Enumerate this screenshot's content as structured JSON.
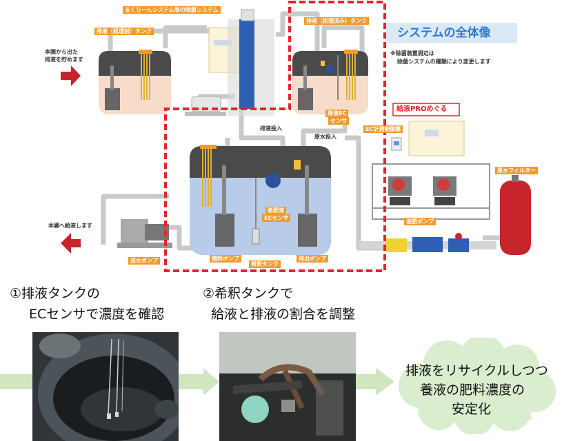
{
  "diagram": {
    "labels": {
      "sterilize_system": "まくりーんシステム等の除菌システム",
      "raw_tank": "排液（処理前）タンク",
      "treated_tank": "排液（処理済み）タンク",
      "from_field_line1": "本圃から出た",
      "from_field_line2": "排液を貯めます",
      "to_field": "本圃へ給液します",
      "drain_ec_line1": "排液EC",
      "drain_ec_line2": "センサ",
      "drain_input": "排液投入",
      "raw_input": "原水投入",
      "ec_controller": "EC計測制御盤",
      "dilute_ec_line1": "希釈液",
      "dilute_ec_line2": "ECセンサ",
      "stir_pump": "撹拌ポンプ",
      "dilute_tank": "希釈タンク",
      "discharge_pump": "排出ポンプ",
      "send_pump": "送水ポンプ",
      "fert_pump": "液肥ポンプ",
      "raw_filter": "原水フィルター",
      "system_overview": "システムの全体像",
      "note_line1": "※除菌装置周辺は",
      "note_line2": "除菌システムの種類により変更します",
      "product": "給液PROめぐる"
    },
    "colors": {
      "orange": "#f39a2b",
      "red_dash": "#e8232a",
      "tank_dark": "#4a4a4a",
      "tank_water": "#b8cbe9",
      "tank_peach": "#f7dcc9",
      "filter_red": "#c8242c",
      "pipe": "#c9c9c9",
      "overview_bg": "#dbe9f6",
      "overview_text": "#2c7bd1"
    }
  },
  "steps": {
    "step1_line1": "①排液タンクの",
    "step1_line2": "ECセンサで濃度を確認",
    "step2_line1": "②希釈タンクで",
    "step2_line2": "給液と排液の割合を調整",
    "result_line1": "排液をリサイクルしつつ",
    "result_line2": "養液の肥料濃度の",
    "result_line3": "安定化"
  },
  "flow_colors": {
    "arrow": "#cfe6bf",
    "cloud": "#dbedcf"
  }
}
